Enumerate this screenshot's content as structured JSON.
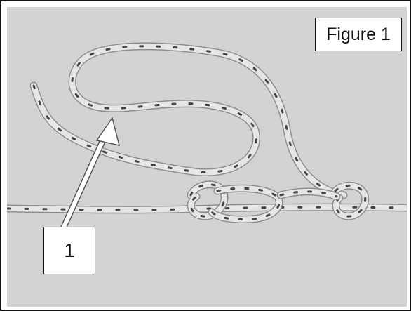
{
  "figure": {
    "label": "Figure 1"
  },
  "callout": {
    "number": "1"
  },
  "colors": {
    "background": "#d3d3d3",
    "rope": "#e6e6e6",
    "rope_outline": "#8f8f8f",
    "rope_fleck": "#444444",
    "arrow": "#ffffff"
  },
  "illustration": {
    "subject": "rope-knot-photo",
    "arrow_icon": "arrow-up-icon"
  }
}
